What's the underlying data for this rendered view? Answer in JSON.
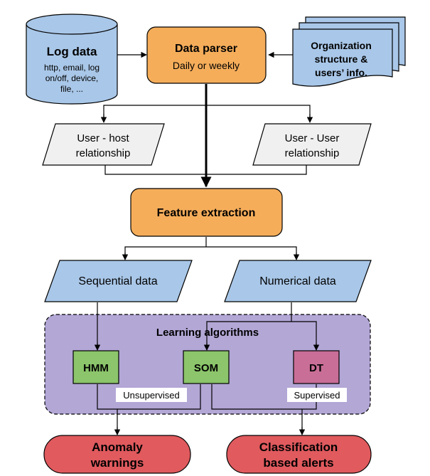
{
  "log_data": {
    "title": "Log data",
    "detail": [
      "http, email, log",
      "on/off, device,",
      "file, ..."
    ]
  },
  "data_parser": {
    "title": "Data parser",
    "subtitle": "Daily or weekly"
  },
  "org_info": {
    "lines": [
      "Organization",
      "structure &",
      "users’ info."
    ]
  },
  "user_host": {
    "lines": [
      "User - host",
      "relationship"
    ]
  },
  "user_user": {
    "lines": [
      "User - User",
      "relationship"
    ]
  },
  "feature_extraction": {
    "title": "Feature extraction"
  },
  "sequential_data": {
    "label": "Sequential data"
  },
  "numerical_data": {
    "label": "Numerical data"
  },
  "learning": {
    "title": "Learning algorithms",
    "hmm": "HMM",
    "som": "SOM",
    "dt": "DT",
    "unsupervised": "Unsupervised",
    "supervised": "Supervised"
  },
  "anomaly": {
    "lines": [
      "Anomaly",
      "warnings"
    ]
  },
  "classification": {
    "lines": [
      "Classification",
      "based alerts"
    ]
  },
  "colors": {
    "blue_fill": "#a9c7e8",
    "orange_fill": "#f5ad5a",
    "light_gray_fill": "#f0f0f0",
    "purple_fill": "#b3a7d6",
    "green_fill": "#8cc56b",
    "pink_fill": "#c96e97",
    "red_fill": "#e05a5e"
  }
}
